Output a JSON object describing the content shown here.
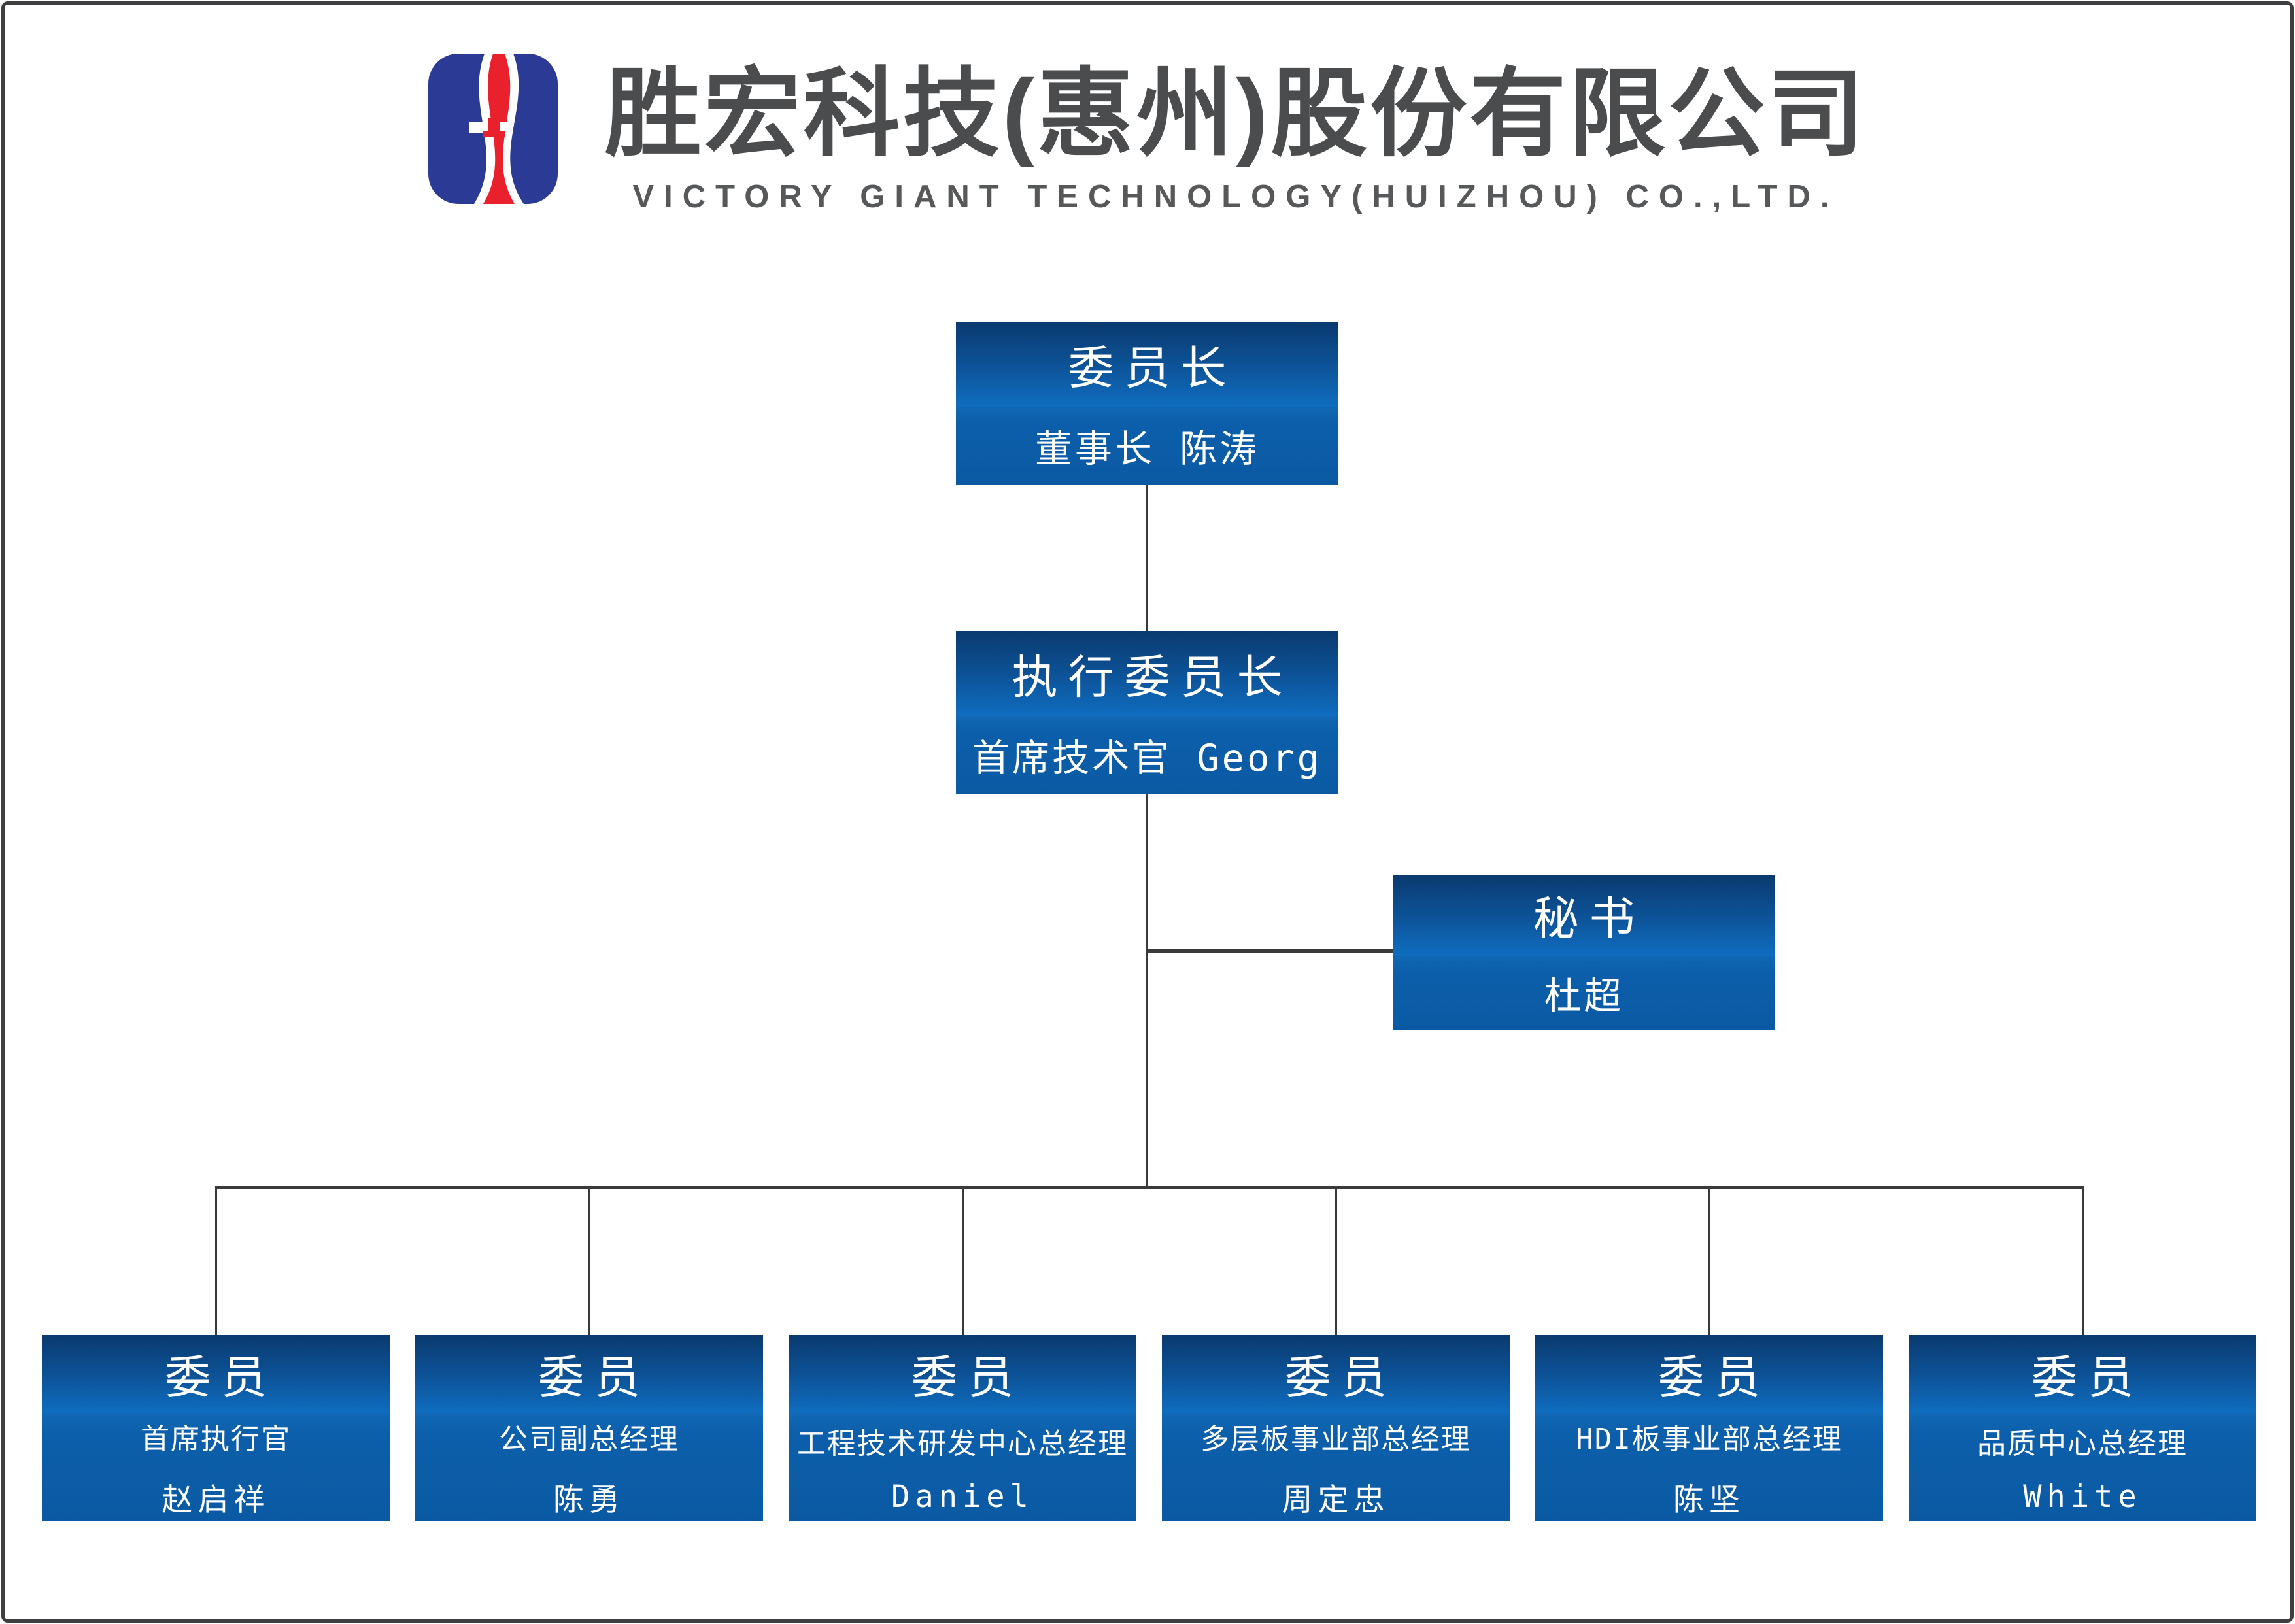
{
  "header": {
    "company_cn": "胜宏科技(惠州)股份有限公司",
    "company_en": "VICTORY GIANT TECHNOLOGY(HUIZHOU) CO.,LTD.",
    "logo": {
      "navy": "#2b3a94",
      "red": "#e8212d",
      "white": "#ffffff"
    }
  },
  "colors": {
    "box_gradient_top": "#0a3a6f",
    "box_gradient_bright": "#0f6dbf",
    "box_bottom": "#0c5fab",
    "connector": "#3a3a3c",
    "title_text": "#4b4c4e",
    "node_text": "#ffffff"
  },
  "org": {
    "chairman": {
      "title": "委员长",
      "name": "董事长 陈涛"
    },
    "exec_chairman": {
      "title": "执行委员长",
      "name": "首席技术官 Georg"
    },
    "secretary": {
      "title": "秘书",
      "name": "杜超"
    },
    "members": [
      {
        "title": "委员",
        "role": "首席执行官",
        "person": "赵启祥"
      },
      {
        "title": "委员",
        "role": "公司副总经理",
        "person": "陈勇"
      },
      {
        "title": "委员",
        "role": "工程技术研发中心总经理",
        "person": "Daniel"
      },
      {
        "title": "委员",
        "role": "多层板事业部总经理",
        "person": "周定忠"
      },
      {
        "title": "委员",
        "role": "HDI板事业部总经理",
        "person": "陈坚"
      },
      {
        "title": "委员",
        "role": "品质中心总经理",
        "person": "White"
      }
    ]
  }
}
